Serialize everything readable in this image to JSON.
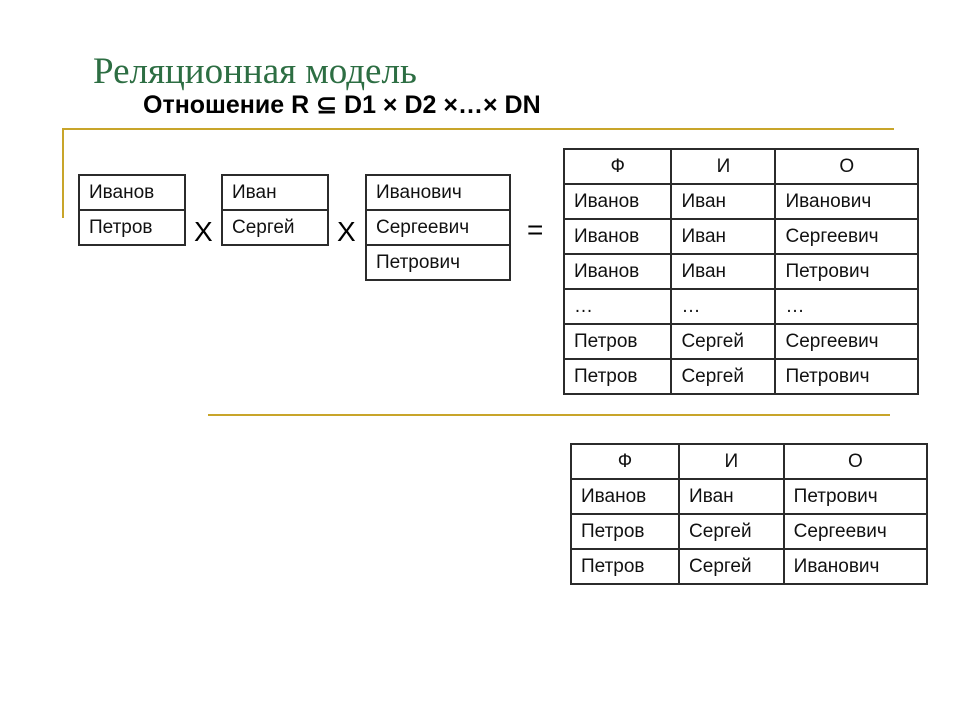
{
  "slide": {
    "title": "Реляционная модель",
    "subtitle": "Отношение R ⊆ D1 × D2 ×…× DN"
  },
  "domains": {
    "d1": [
      "Иванов",
      "Петров"
    ],
    "d2": [
      "Иван",
      "Сергей"
    ],
    "d3": [
      "Иванович",
      "Сергеевич",
      "Петрович"
    ]
  },
  "operators": {
    "times1": "X",
    "times2": "X",
    "equals": "="
  },
  "product_table": {
    "headers": [
      "Ф",
      "И",
      "О"
    ],
    "rows": [
      [
        "Иванов",
        "Иван",
        "Иванович"
      ],
      [
        "Иванов",
        "Иван",
        "Сергеевич"
      ],
      [
        "Иванов",
        "Иван",
        "Петрович"
      ],
      [
        "…",
        "…",
        "…"
      ],
      [
        "Петров",
        "Сергей",
        "Сергеевич"
      ],
      [
        "Петров",
        "Сергей",
        "Петрович"
      ]
    ]
  },
  "relation_table": {
    "headers": [
      "Ф",
      "И",
      "О"
    ],
    "rows": [
      [
        "Иванов",
        "Иван",
        "Петрович"
      ],
      [
        "Петров",
        "Сергей",
        "Сергеевич"
      ],
      [
        "Петров",
        "Сергей",
        "Иванович"
      ]
    ]
  },
  "colors": {
    "title": "#2d6e43",
    "rule": "#c8a52a",
    "border": "#2b2b2b"
  }
}
